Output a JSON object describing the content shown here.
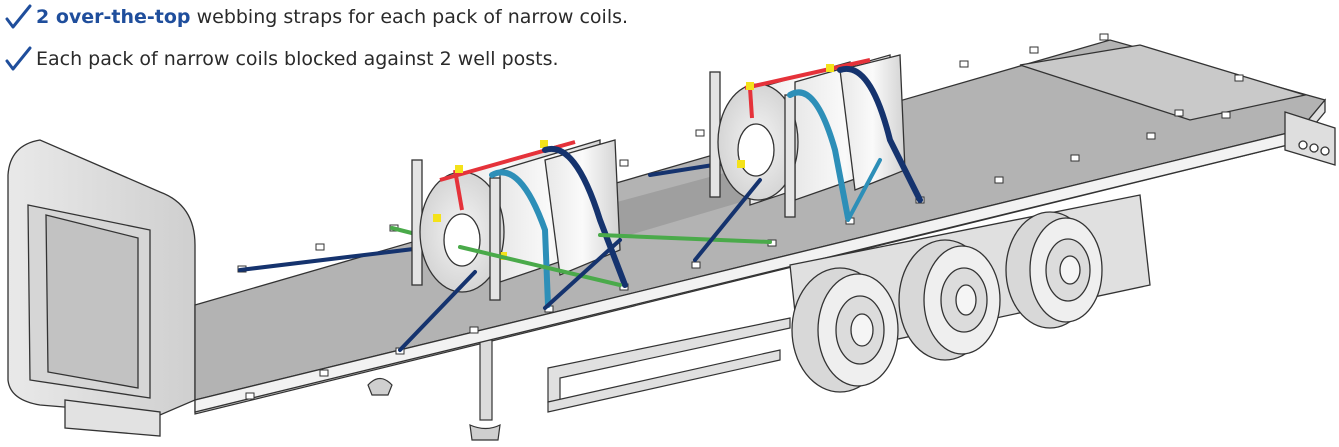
{
  "bullets": [
    {
      "highlight": "2 over-the-top",
      "rest": " webbing straps for each pack of narrow coils."
    },
    {
      "highlight": "",
      "rest": "Each pack of narrow coils blocked against 2 well posts."
    }
  ],
  "icons": {
    "bullet": "checkmark-icon"
  },
  "colors": {
    "text": "#2a2a2a",
    "highlight": "#1f4e9c",
    "check": "#1f4e9c",
    "strap_dark": "#15336e",
    "strap_light": "#2d8fb8",
    "strap_green": "#4aaa4a",
    "edge_red": "#e5323a",
    "edge_yellow": "#f4e21a",
    "deck": "#b0b0b0",
    "deck_edge": "#f0f0f0",
    "outline": "#333333"
  }
}
